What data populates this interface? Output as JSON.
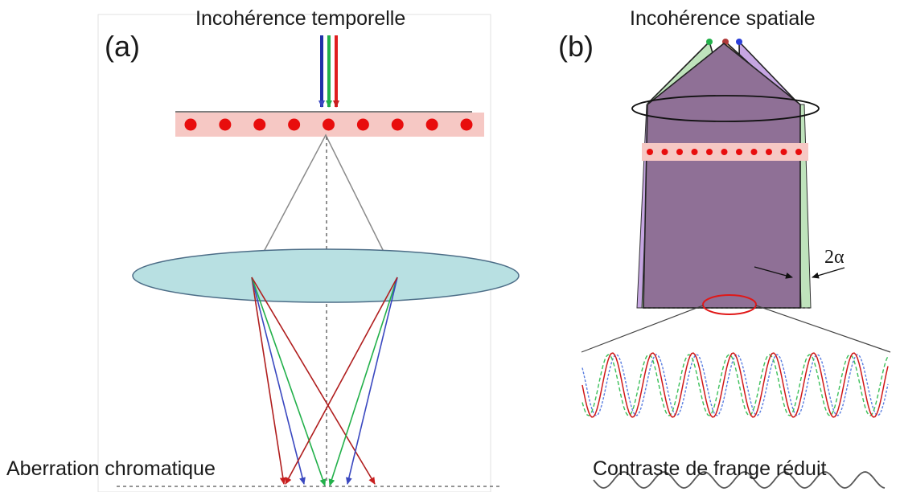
{
  "panel_a": {
    "label": "(a)",
    "title": "Incohérence temporelle",
    "bottom_caption": "Aberration chromatique"
  },
  "panel_b": {
    "label": "(b)",
    "title": "Incohérence spatiale",
    "angle_label": "2α",
    "bottom_caption": "Contraste de frange réduit"
  },
  "colors": {
    "red": "#d42020",
    "green": "#22b04a",
    "blue": "#2030a8",
    "dot_band": "#f6c8c4",
    "dot": "#e80d0d",
    "lens": "#b8e0e2",
    "cone_purple": "#8f7096",
    "cone_green": "#bfe3bc",
    "cone_orange": "#e6b890",
    "cone_violet": "#c6a6e2"
  }
}
